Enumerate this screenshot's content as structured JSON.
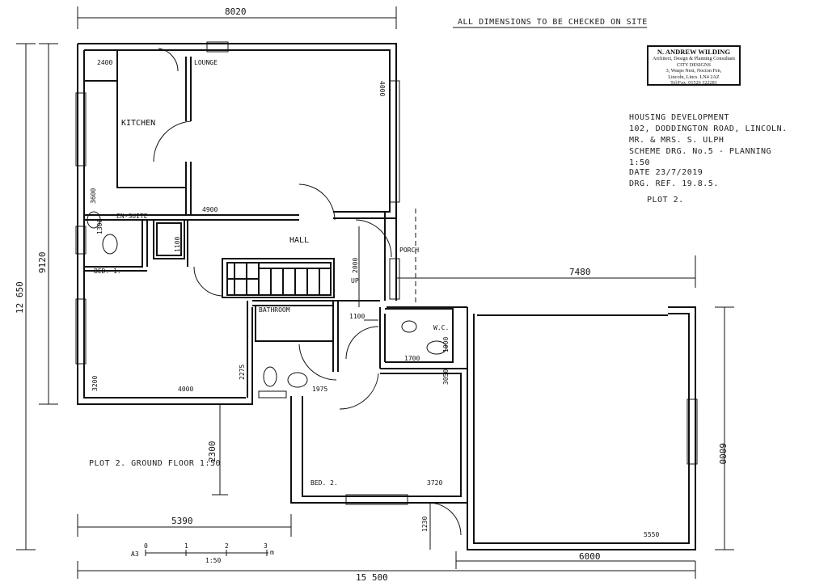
{
  "notes": {
    "site_check": "ALL DIMENSIONS TO BE CHECKED ON SITE"
  },
  "title_block": {
    "name": "N. ANDREW WILDING",
    "line1": "Architect, Design & Planning Consultant",
    "line2": "CITY DESIGNS",
    "line3": "3, Wasps Nest, Nocton Fen,",
    "line4": "Lincoln, Lincs. LN4 2AZ",
    "line5": "Tel/Fax: 01526 322281"
  },
  "project": {
    "line1": "HOUSING DEVELOPMENT",
    "line2": "102, DODDINGTON ROAD, LINCOLN.",
    "line3": "MR. & MRS. S. ULPH",
    "line4": "SCHEME DRG. No.5 - PLANNING",
    "line5": "1:50",
    "line6": "DATE 23/7/2019",
    "line7": "DRG. REF. 19.8.5.",
    "plot": "PLOT 2."
  },
  "rooms": {
    "kitchen": "KITCHEN",
    "lounge": "LOUNGE",
    "en_suite": "EN-SUITE",
    "hall": "HALL",
    "bed1": "BED. 1.",
    "porch": "PORCH",
    "bathroom": "BATHROOM",
    "wc": "W.C.",
    "bed2": "BED. 2.",
    "up": "UP"
  },
  "dimensions": {
    "top_width": "8020",
    "kitchen_w": "2400",
    "lounge_d": "4000",
    "kitchen_h": "3600",
    "lounge_w": "4900",
    "ensuite_a": "1300",
    "ensuite_b": "1100",
    "hall_2000": "2000",
    "bath_1100": "1100",
    "wc_1000": "1000",
    "wc_1700": "1700",
    "bed1_h": "3200",
    "bed1_w": "4000",
    "bath_2275": "2275",
    "bath_1975": "1975",
    "bed2_h": "3050",
    "bed2_w": "3720",
    "garage_w_in": "5550",
    "garage_h": "6000",
    "garage_w": "6000",
    "porch_run": "7480",
    "left_9120": "9120",
    "left_12650": "12 650",
    "offset_2300": "2300",
    "bottom_5390": "5390",
    "bottom_1230": "1230",
    "overall": "15 500"
  },
  "caption": "PLOT 2. GROUND FLOOR 1:50",
  "scale_bar": {
    "paper": "A3",
    "ticks": [
      "0",
      "1",
      "2",
      "3"
    ],
    "unit": "m",
    "ratio": "1:50"
  }
}
